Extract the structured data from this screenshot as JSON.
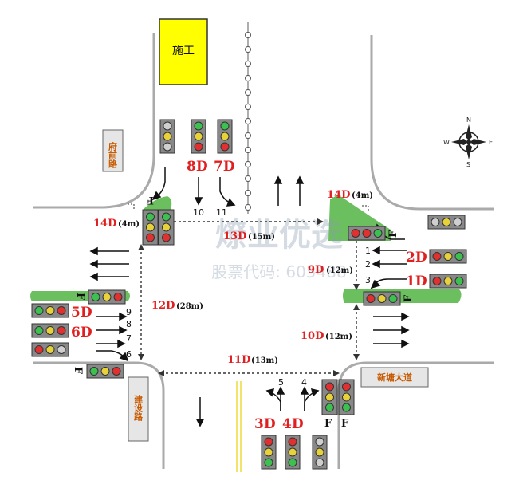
{
  "roads": {
    "fuqian": "府前路",
    "jianshe": "建设路",
    "xintang": "新塘大道"
  },
  "construction": "施工",
  "watermark": {
    "brand": "燎业优选",
    "sub": "股票代码: 605488"
  },
  "detectors": {
    "d1": "1D",
    "d2": "2D",
    "d3": "3D",
    "d4": "4D",
    "d5": "5D",
    "d6": "6D",
    "d7": "7D",
    "d8": "8D",
    "d9": "9D",
    "d10": "10D",
    "d11": "11D",
    "d12": "12D",
    "d13": "13D",
    "d14a": "14D",
    "d14b": "14D"
  },
  "distances": {
    "d9": "(12m)",
    "d10": "(12m)",
    "d11": "(13m)",
    "d12": "(28m)",
    "d13": "(15m)",
    "d14a": "(4m)",
    "d14b": "(4m)"
  },
  "lanes": {
    "l1": "1",
    "l2": "2",
    "l3": "3",
    "l4": "4",
    "l5": "5",
    "l6": "6",
    "l7": "7",
    "l8": "8",
    "l9": "9",
    "l10": "10",
    "l11": "11"
  },
  "marks": {
    "f": "F"
  },
  "colors": {
    "road": "#aaaaaa",
    "island": "#6cbf5e",
    "construction": "#ffff00",
    "signal_red": "#e03030",
    "signal_yellow": "#e8d23a",
    "signal_green": "#3cc050",
    "label_red": "#e02020"
  }
}
